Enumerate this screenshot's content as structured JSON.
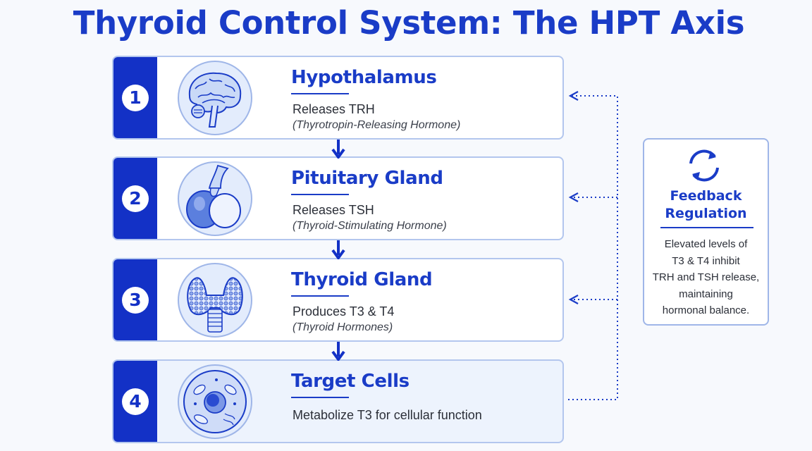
{
  "title": "Thyroid Control System: The HPT Axis",
  "steps": [
    {
      "number": "1",
      "name": "Hypothalamus",
      "line1": "Releases TRH",
      "line2": "(Thyrotropin-Releasing Hormone)",
      "icon": "brain-icon"
    },
    {
      "number": "2",
      "name": "Pituitary Gland",
      "line1": "Releases TSH",
      "line2": "(Thyroid-Stimulating Hormone)",
      "icon": "pituitary-icon"
    },
    {
      "number": "3",
      "name": "Thyroid Gland",
      "line1": "Produces T3 & T4",
      "line2": "(Thyroid Hormones)",
      "icon": "thyroid-icon"
    },
    {
      "number": "4",
      "name": "Target Cells",
      "line1": "Metabolize T3 for cellular function",
      "line2": "",
      "icon": "cell-icon"
    }
  ],
  "feedback": {
    "title_line1": "Feedback",
    "title_line2": "Regulation",
    "body_line1": "Elevated levels of",
    "body_line2": "T3 & T4 inhibit",
    "body_line3": "TRH and TSH release,",
    "body_line4": "maintaining",
    "body_line5": "hormonal balance.",
    "icon": "cycle-arrows-icon"
  },
  "colors": {
    "accent": "#1a3cc7",
    "band": "#1331c6",
    "card_border": "#b3c6ee",
    "illustration_fill": "#dbe6fb"
  }
}
